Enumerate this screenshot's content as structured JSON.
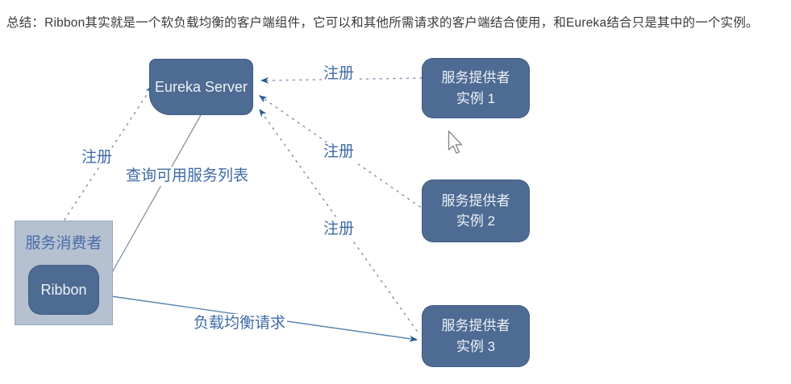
{
  "page": {
    "summary": "总结：Ribbon其实就是一个软负载均衡的客户端组件，它可以和其他所需请求的客户端结合使用，和Eureka结合只是其中的一个实例。"
  },
  "diagram": {
    "eureka": {
      "label": "Eureka Server"
    },
    "providers": [
      {
        "line1": "服务提供者",
        "line2": "实例 1"
      },
      {
        "line1": "服务提供者",
        "line2": "实例 2"
      },
      {
        "line1": "服务提供者",
        "line2": "实例 3"
      }
    ],
    "consumer": {
      "label": "服务消费者",
      "component": "Ribbon"
    },
    "edges": {
      "register_consumer": "注册",
      "register_provider1": "注册",
      "register_provider2": "注册",
      "register_provider3": "注册",
      "query_services": "查询可用服务列表",
      "load_balance_request": "负载均衡请求"
    },
    "colors": {
      "summary_text": "#3a3a3a",
      "node_fill": "#4d6b93",
      "node_text": "#eef2f7",
      "consumer_fill": "#b5c0d1",
      "consumer_text": "#4a6da8",
      "edge_label": "#3f6ba6",
      "dotted_line": "#8b9cb5",
      "solid_line_gray": "#8a93a3",
      "solid_line_blue": "#5b84b1",
      "arrowhead": "#27588f"
    }
  }
}
